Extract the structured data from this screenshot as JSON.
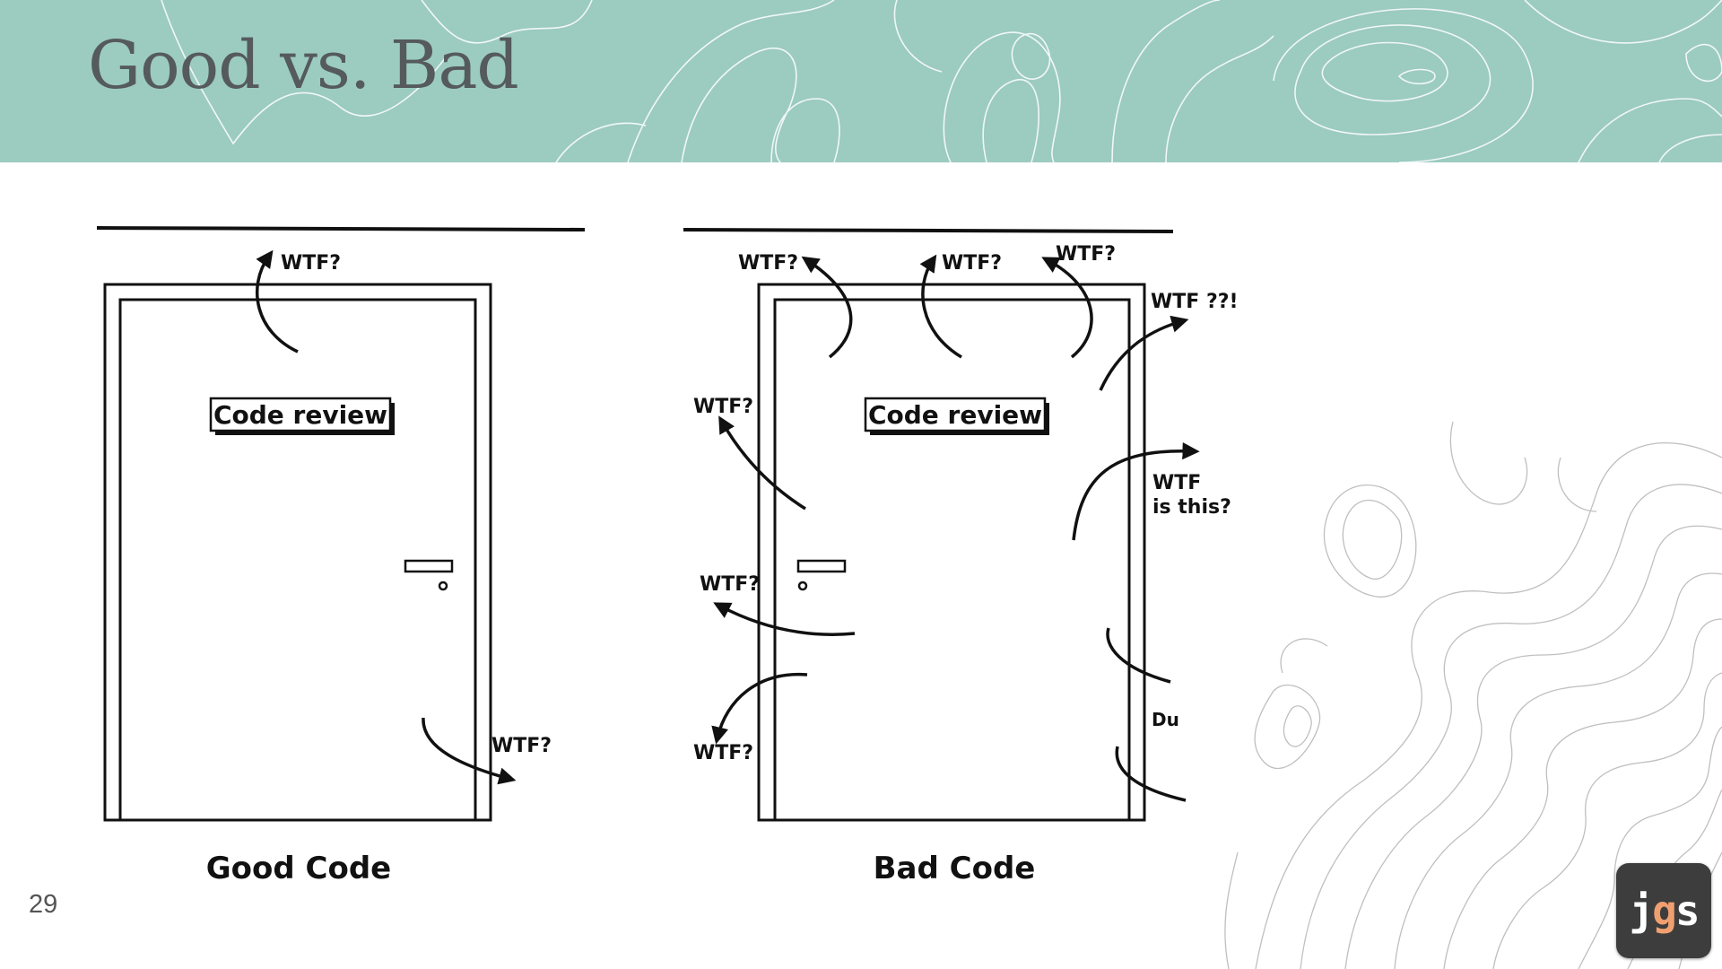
{
  "slide": {
    "title": "Good vs. Bad",
    "page_number": "29"
  },
  "good_door": {
    "sign": "Code review",
    "caption": "Good Code",
    "wtf_top": "WTF?",
    "wtf_bottom": "WTF?"
  },
  "bad_door": {
    "sign": "Code review",
    "caption": "Bad Code",
    "wtf_top_left": "WTF?",
    "wtf_top_center": "WTF?",
    "wtf_top_right": "WTF?",
    "wtf_far_right": "WTF ??!",
    "wtf_left_upper": "WTF?",
    "wtf_right_line1": "WTF",
    "wtf_right_line2": "is this?",
    "wtf_left_middle": "WTF?",
    "wtf_left_lower": "WTF?",
    "cut_text": "Du"
  },
  "logo": {
    "letters": [
      "j",
      "g",
      "s"
    ],
    "colors": [
      "#ffffff",
      "#f0a070",
      "#ffffff"
    ]
  },
  "colors": {
    "header_band": "#9ccbc0",
    "title_text": "#555a5c"
  }
}
